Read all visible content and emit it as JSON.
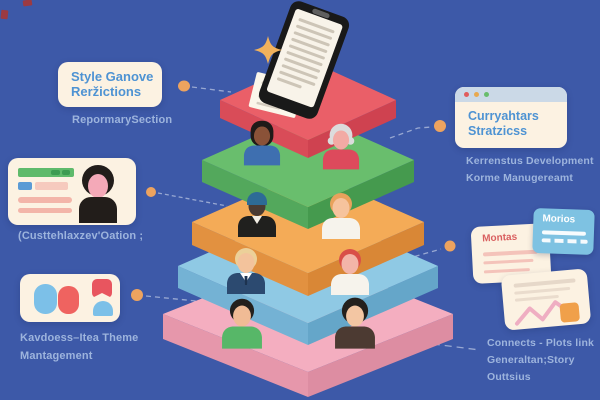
{
  "palette": {
    "background": "#3d59a8",
    "card_bg": "#fcf2e2",
    "title_blue": "#4e93d3",
    "caption_blue": "#9db4dd",
    "connector_orange": "#eda35f",
    "layer_red": "#ea5f68",
    "layer_green": "#69be6d",
    "layer_orange": "#f4ab57",
    "layer_blue": "#8fc9e4",
    "layer_pink": "#f4aec0",
    "notes_blue_card": "#7ec2e2",
    "chart_line_pink": "#efaec2",
    "chart_square_orange": "#f0a04a"
  },
  "pyramid": {
    "levels": 5,
    "layer_colors": [
      "#ea5f68",
      "#69be6d",
      "#f4ab57",
      "#8fc9e4",
      "#f4aec0"
    ],
    "avatar_count": 8,
    "top_object": "tablet-with-document"
  },
  "callouts": {
    "style": {
      "title_line1": "Style Ganove",
      "title_line2": "Reržictions",
      "caption": "RepormarySection"
    },
    "customization": {
      "caption": "(Custtehlaxzev'Oation ;"
    },
    "theme": {
      "caption_line1": "Kavdoess–Itea Theme",
      "caption_line2": "Mantagement"
    },
    "strategy": {
      "title_line1": "Curryahtars",
      "title_line2": "Stratzicss",
      "caption_line1": "Kerrenstus Development",
      "caption_line2": "Korme Manugereamt"
    },
    "notes": {
      "blue_card_title": "Morios",
      "cream_card_title": "Montas"
    },
    "connects": {
      "caption_line1": "Connects - Plots link",
      "caption_line2": "Generaltan;Story Outtsius"
    }
  }
}
